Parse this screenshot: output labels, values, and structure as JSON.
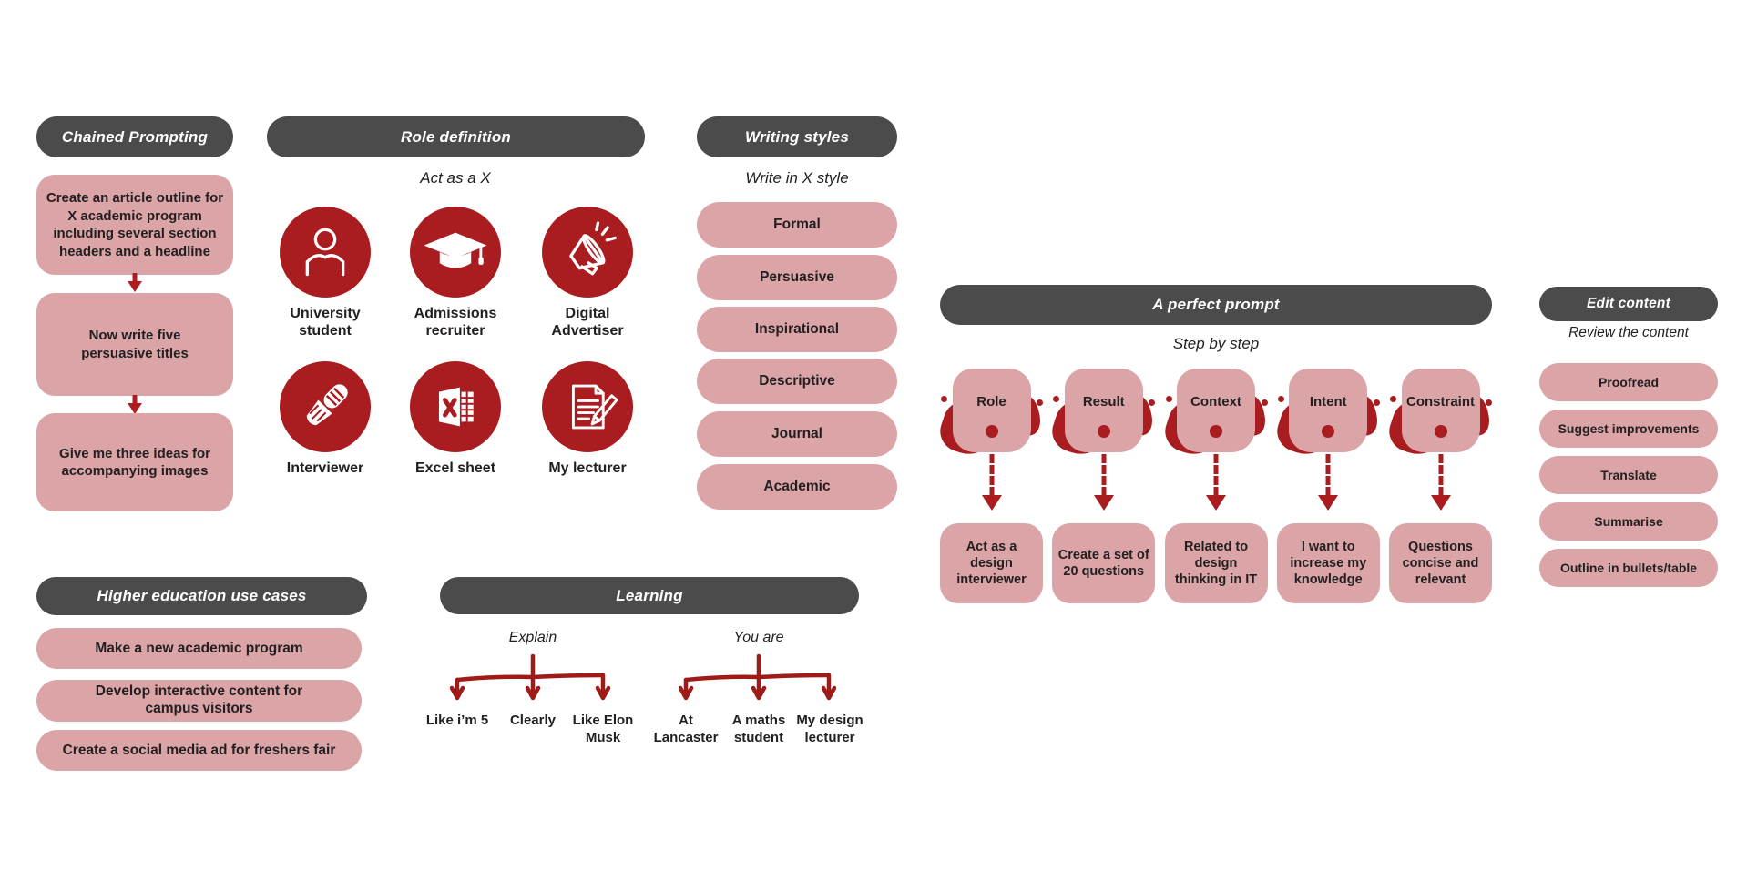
{
  "colors": {
    "header_bg": "#4b4b4b",
    "pink": "#dba4a7",
    "accent_red": "#a91c20",
    "arrow_red": "#b01d20",
    "text": "#231f20"
  },
  "chained_prompting": {
    "title": "Chained Prompting",
    "steps": [
      "Create an article outline for X academic program including several section headers and a headline",
      "Now write five persuasive titles",
      "Give me three ideas for accompanying images"
    ]
  },
  "role_definition": {
    "title": "Role definition",
    "subtitle": "Act as a X",
    "roles": [
      {
        "icon": "person-icon",
        "label": "University student"
      },
      {
        "icon": "graduation-cap-icon",
        "label": "Admissions recruiter"
      },
      {
        "icon": "megaphone-icon",
        "label": "Digital Advertiser"
      },
      {
        "icon": "microphone-icon",
        "label": "Interviewer"
      },
      {
        "icon": "excel-icon",
        "label": "Excel sheet"
      },
      {
        "icon": "document-pencil-icon",
        "label": "My lecturer"
      }
    ]
  },
  "writing_styles": {
    "title": "Writing styles",
    "subtitle": "Write in X style",
    "styles": [
      "Formal",
      "Persuasive",
      "Inspirational",
      "Descriptive",
      "Journal",
      "Academic"
    ]
  },
  "perfect_prompt": {
    "title": "A perfect prompt",
    "subtitle": "Step by step",
    "steps": [
      {
        "label": "Role",
        "example": "Act as a design interviewer"
      },
      {
        "label": "Result",
        "example": "Create a set of 20 questions"
      },
      {
        "label": "Context",
        "example": "Related to design thinking in IT"
      },
      {
        "label": "Intent",
        "example": "I want to increase my knowledge"
      },
      {
        "label": "Constraint",
        "example": "Questions concise and relevant"
      }
    ]
  },
  "edit_content": {
    "title": "Edit content",
    "subtitle": "Review the content",
    "actions": [
      "Proofread",
      "Suggest improvements",
      "Translate",
      "Summarise",
      "Outline in bullets/table"
    ]
  },
  "higher_education": {
    "title": "Higher education use cases",
    "use_cases": [
      "Make a new academic program",
      "Develop interactive content for campus visitors",
      "Create a social media ad for freshers fair"
    ]
  },
  "learning": {
    "title": "Learning",
    "groups": [
      {
        "label": "Explain",
        "options": [
          "Like i’m 5",
          "Clearly",
          "Like Elon Musk"
        ]
      },
      {
        "label": "You are",
        "options": [
          "At Lancaster",
          "A maths student",
          "My design lecturer"
        ]
      }
    ]
  }
}
